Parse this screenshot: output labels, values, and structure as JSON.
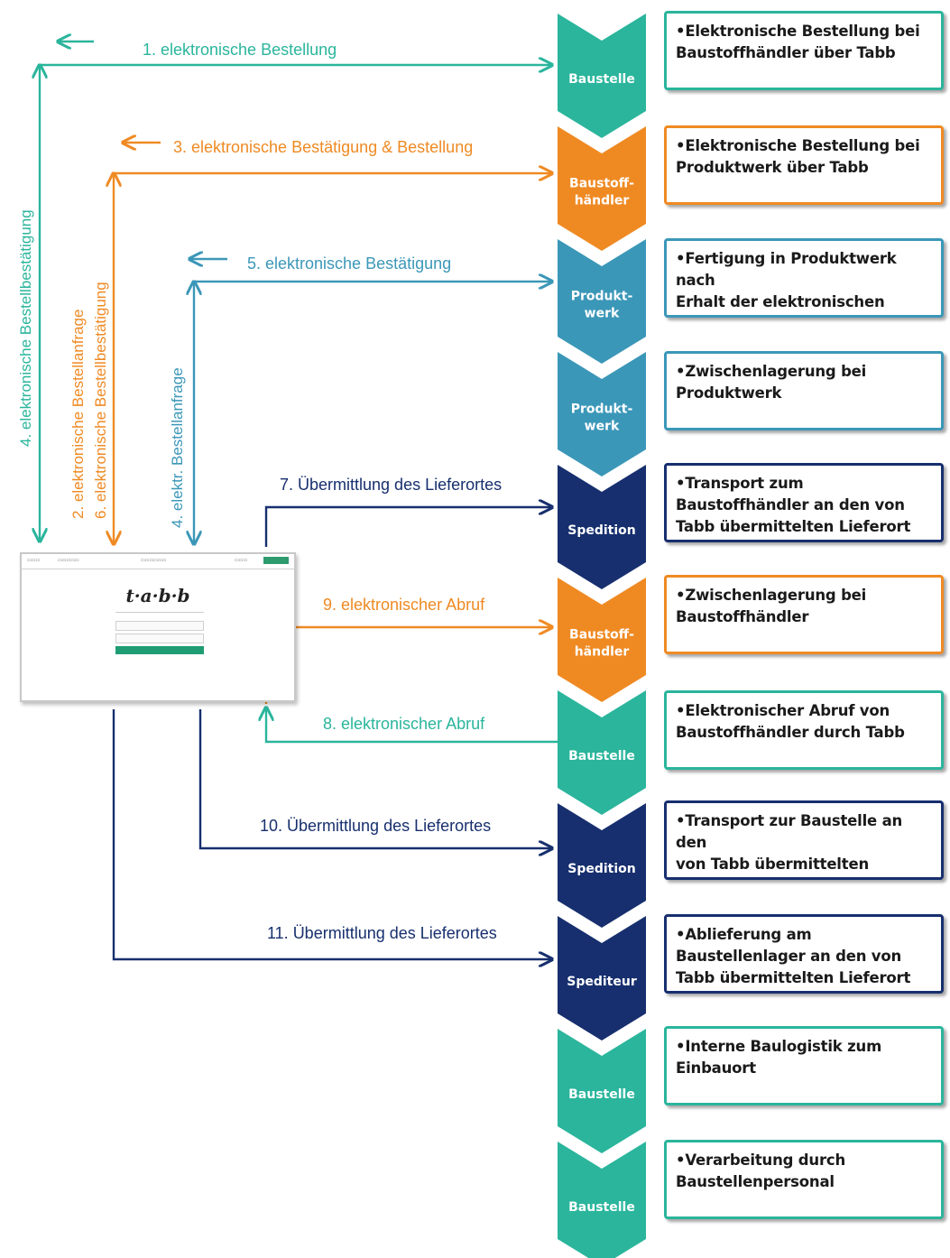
{
  "colors": {
    "teal": "#2ab59c",
    "orange": "#ef8a23",
    "steel": "#3b97b8",
    "navy": "#172f6e",
    "browser_green": "#1f9c73"
  },
  "chevrons": [
    {
      "label": "Baustelle",
      "color": "teal",
      "line_count": 1
    },
    {
      "label": "Baustoff-\nhändler",
      "color": "orange",
      "line_count": 2
    },
    {
      "label": "Produkt-\nwerk",
      "color": "steel",
      "line_count": 2
    },
    {
      "label": "Produkt-\nwerk",
      "color": "steel",
      "line_count": 2
    },
    {
      "label": "Spedition",
      "color": "navy",
      "line_count": 1
    },
    {
      "label": "Baustoff-\nhändler",
      "color": "orange",
      "line_count": 2
    },
    {
      "label": "Baustelle",
      "color": "teal",
      "line_count": 1
    },
    {
      "label": "Spedition",
      "color": "navy",
      "line_count": 1
    },
    {
      "label": "Spediteur",
      "color": "navy",
      "line_count": 1
    },
    {
      "label": "Baustelle",
      "color": "teal",
      "line_count": 1
    },
    {
      "label": "Baustelle",
      "color": "teal",
      "line_count": 1
    }
  ],
  "steps": [
    {
      "text": "•Elektronische Bestellung bei\nBaustoffhändler über Tabb",
      "color": "teal"
    },
    {
      "text": "•Elektronische Bestellung bei\nProduktwerk über Tabb",
      "color": "orange"
    },
    {
      "text": "•Fertigung in Produktwerk nach\nErhalt der elektronischen\nBestellung über Tabb",
      "color": "steel"
    },
    {
      "text": "•Zwischenlagerung bei\nProduktwerk",
      "color": "steel"
    },
    {
      "text": "•Transport zum\nBaustoffhändler an den von\nTabb übermittelten Lieferort",
      "color": "navy"
    },
    {
      "text": "•Zwischenlagerung bei\nBaustoffhändler",
      "color": "orange"
    },
    {
      "text": "•Elektronischer Abruf von\nBaustoffhändler durch Tabb",
      "color": "teal"
    },
    {
      "text": "•Transport zur Baustelle an den\nvon Tabb übermittelten\nLieferort",
      "color": "navy"
    },
    {
      "text": "•Ablieferung am\nBaustellenlager an den von\nTabb übermittelten Lieferort",
      "color": "navy"
    },
    {
      "text": "•Interne Baulogistik zum\nEinbauort",
      "color": "teal"
    },
    {
      "text": "•Verarbeitung durch\nBaustellenpersonal",
      "color": "teal"
    }
  ],
  "flow_labels": {
    "msg1": "1. elektronische Bestellung",
    "msg3": "3. elektronische Bestätigung & Bestellung",
    "msg5": "5. elektronische Bestätigung",
    "msg7": "7. Übermittlung des Lieferortes",
    "msg9": "9. elektronischer Abruf",
    "msg8": "8. elektronischer Abruf",
    "msg10": "10. Übermittlung des Lieferortes",
    "msg11": "11. Übermittlung des Lieferortes",
    "vert4_best": "4. elektronische Bestellbestätigung",
    "vert2": "2. elektronische Bestellanfrage",
    "vert6": "6. elektronische Bestellbestätigung",
    "vert4_elektr": "4. elektr. Bestellanfrage"
  },
  "platform": {
    "logo": "t·a·b·b"
  }
}
